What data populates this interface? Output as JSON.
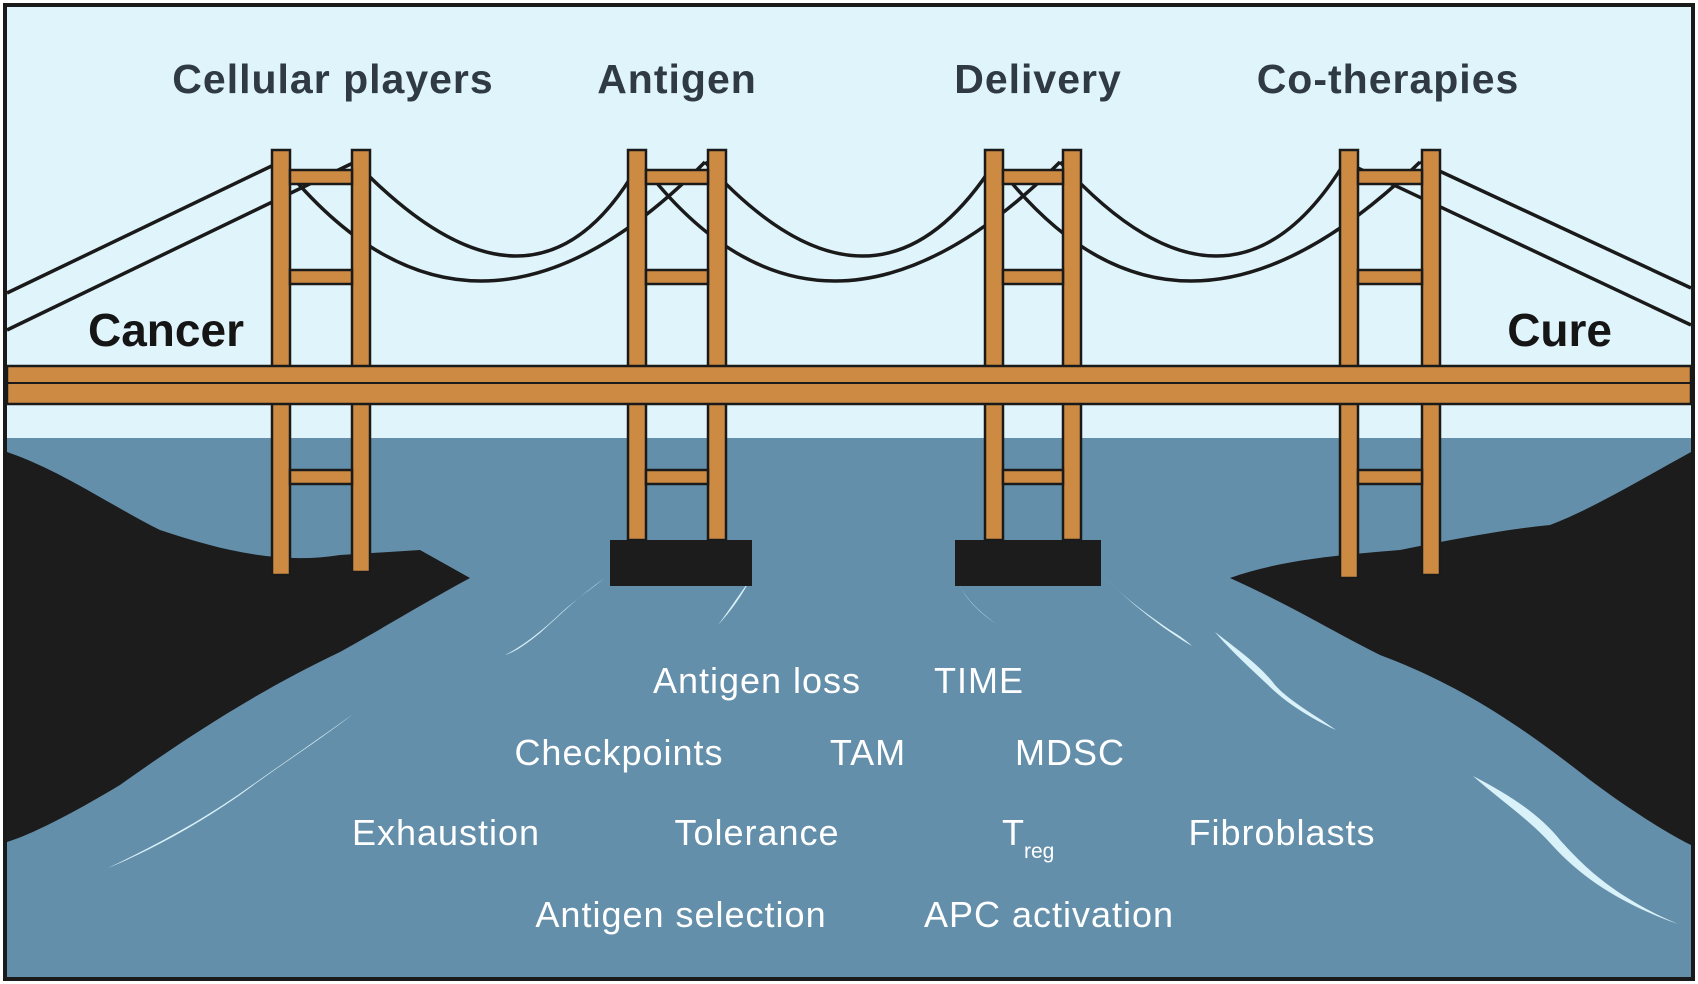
{
  "pillars": {
    "cellular_players": "Cellular players",
    "antigen": "Antigen",
    "delivery": "Delivery",
    "co_therapies": "Co-therapies"
  },
  "shores": {
    "start": "Cancer",
    "end": "Cure"
  },
  "obstacles": {
    "antigen_loss": "Antigen loss",
    "time": "TIME",
    "checkpoints": "Checkpoints",
    "tam": "TAM",
    "mdsc": "MDSC",
    "exhaustion": "Exhaustion",
    "tolerance": "Tolerance",
    "treg_main": "T",
    "treg_sub": "reg",
    "fibroblasts": "Fibroblasts",
    "antigen_selection": "Antigen selection",
    "apc_activation": "APC activation"
  },
  "colors": {
    "sky": "#dff4fb",
    "water": "#648faa",
    "bridge": "#cd8a43",
    "land": "#1c1c1c",
    "cable": "#1a1a1a",
    "wave": "#d9f1f8"
  }
}
